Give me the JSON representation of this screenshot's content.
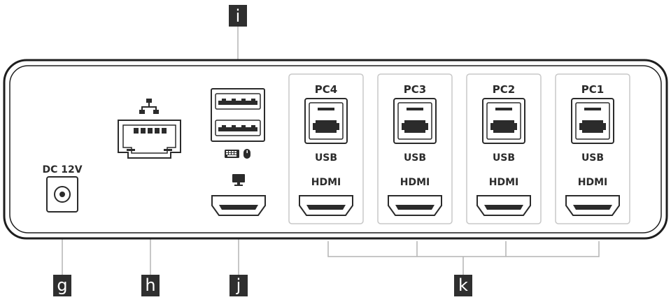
{
  "callouts": {
    "g": "g",
    "h": "h",
    "i": "i",
    "j": "j",
    "k": "k"
  },
  "power": {
    "label": "DC 12V"
  },
  "pc_ports": [
    {
      "pc": "PC4",
      "usb": "USB",
      "hdmi": "HDMI"
    },
    {
      "pc": "PC3",
      "usb": "USB",
      "hdmi": "HDMI"
    },
    {
      "pc": "PC2",
      "usb": "USB",
      "hdmi": "HDMI"
    },
    {
      "pc": "PC1",
      "usb": "USB",
      "hdmi": "HDMI"
    }
  ],
  "icons": {
    "network": "network-icon",
    "keyboard": "keyboard-icon",
    "mouse": "mouse-icon",
    "monitor": "monitor-icon"
  },
  "colors": {
    "outline": "#1e1e1e",
    "panel_border": "#c8c8c8",
    "callout_bg": "#2f2f2f",
    "leader": "#b4b4b4"
  }
}
